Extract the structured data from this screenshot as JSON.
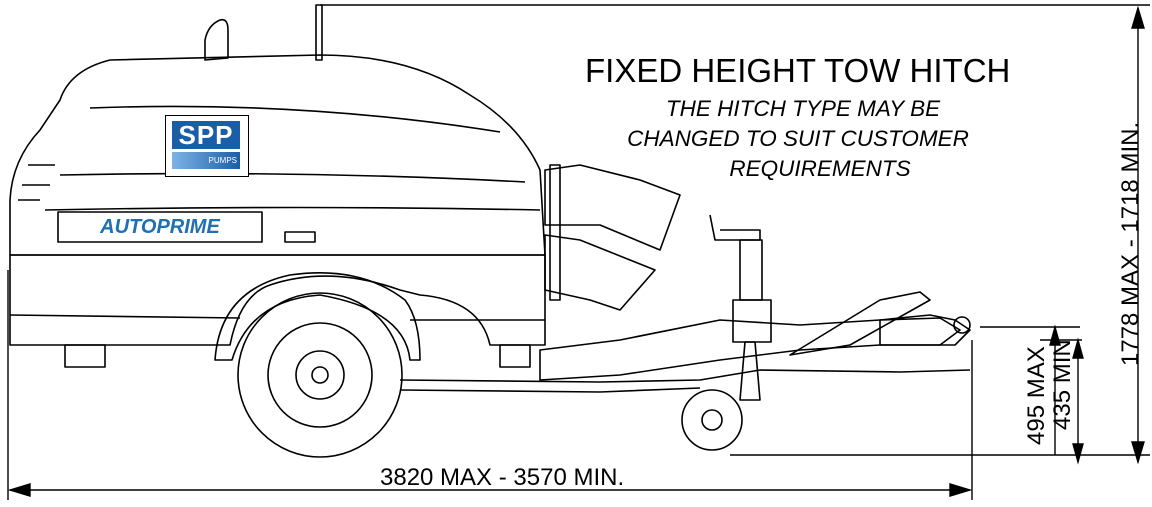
{
  "title": "FIXED HEIGHT TOW HITCH",
  "note_lines": [
    "THE HITCH TYPE MAY BE",
    "CHANGED TO SUIT CUSTOMER",
    "REQUIREMENTS"
  ],
  "dimensions": {
    "length": "3820 MAX - 3570 MIN.",
    "height": "1778 MAX - 1718 MIN.",
    "hitch_max": "495 MAX",
    "hitch_min": "435 MIN"
  },
  "logo": {
    "brand": "SPP",
    "subtext": "PUMPS"
  },
  "plate": "AUTOPRIME"
}
